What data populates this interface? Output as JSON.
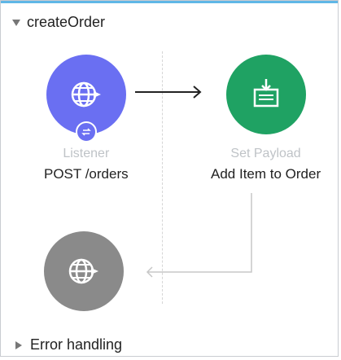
{
  "flow": {
    "title": "createOrder"
  },
  "nodes": {
    "listener": {
      "type_label": "Listener",
      "name": "POST /orders"
    },
    "set_payload": {
      "type_label": "Set Payload",
      "name": "Add Item to Order"
    },
    "response": {}
  },
  "error_handling": {
    "label": "Error handling"
  },
  "icons": {
    "flow_toggle": "triangle-down-icon",
    "error_toggle": "triangle-right-icon",
    "listener": "globe-icon",
    "set_payload": "set-payload-icon",
    "response": "globe-icon",
    "sync": "sync-icon"
  },
  "colors": {
    "listener": "#6a6ff2",
    "set_payload": "#1fa263",
    "response": "#8a8a8a",
    "accent": "#5fb7e6"
  }
}
